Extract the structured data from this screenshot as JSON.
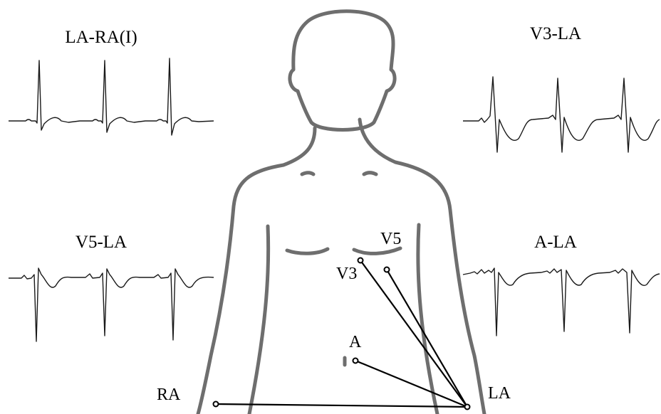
{
  "traces": {
    "lead_i": {
      "label": "LA-RA(I)"
    },
    "v3_la": {
      "label": "V3-LA"
    },
    "v5_la": {
      "label": "V5-LA"
    },
    "a_la": {
      "label": "A-LA"
    }
  },
  "electrodes": {
    "v3": {
      "label": "V3"
    },
    "v5": {
      "label": "V5"
    },
    "a": {
      "label": "A"
    },
    "ra": {
      "label": "RA"
    },
    "la": {
      "label": "LA"
    }
  },
  "colors": {
    "body_outline": "#6e6e6e",
    "trace": "#1a1a1a",
    "lead_wire": "#000000"
  }
}
